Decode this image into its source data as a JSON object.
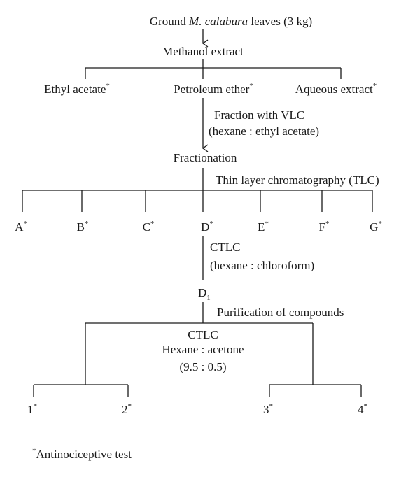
{
  "root": {
    "prefix": "Ground ",
    "species": "M. calabura",
    "suffix": " leaves (3 kg)"
  },
  "methanol": "Methanol extract",
  "first_split": {
    "ethyl_acetate": "Ethyl acetate",
    "petroleum_ether": "Petroleum ether",
    "aqueous": "Aqueous extract"
  },
  "vlc_step": {
    "line1": "Fraction with VLC",
    "line2": "(hexane : ethyl acetate)"
  },
  "fractionation": "Fractionation",
  "tlc_step": "Thin layer chromatography (TLC)",
  "fractions": [
    "A",
    "B",
    "C",
    "D",
    "E",
    "F",
    "G"
  ],
  "ctlc_step": {
    "line1": "CTLC",
    "line2": "(hexane : chloroform)"
  },
  "d1": {
    "letter": "D",
    "subscript": "1"
  },
  "purification": "Purification of compounds",
  "ctlc2": {
    "line1": "CTLC",
    "line2": "Hexane : acetone",
    "line3": "(9.5 : 0.5)"
  },
  "compounds": [
    "1",
    "2",
    "3",
    "4"
  ],
  "asterisk": "*",
  "footnote": "Antinociceptive test"
}
